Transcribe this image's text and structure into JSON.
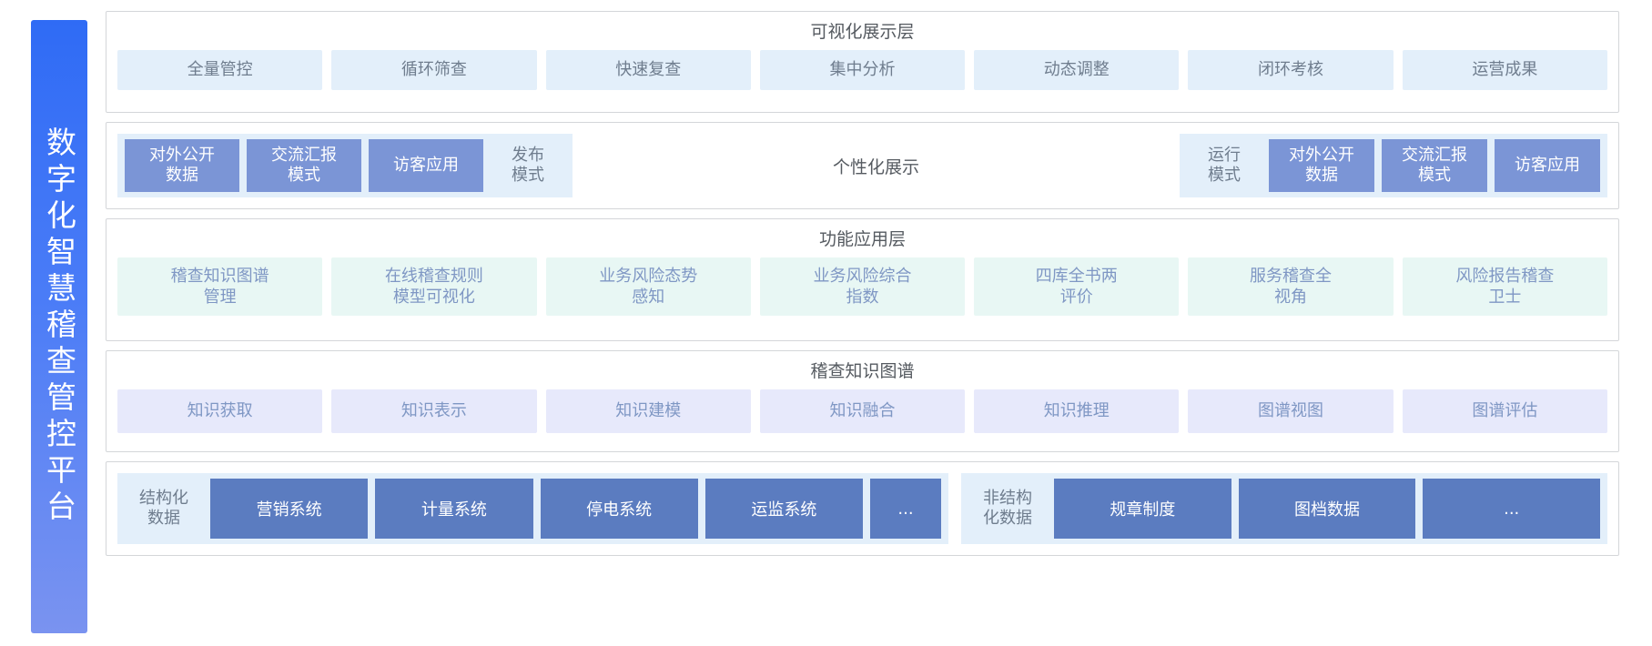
{
  "banner": {
    "title": "数字化智慧稽查管控平台"
  },
  "colors": {
    "banner_start": "#2f6bf5",
    "banner_end": "#7a93f0",
    "pale_blue": "#e3effa",
    "mint": "#e8f7f4",
    "lavender": "#e7e9fb",
    "chip_solid": "#7b95d6",
    "data_box": "#5b7cc0",
    "panel_border": "#d4d6d9",
    "title_text": "#555a60",
    "cell_text_blue": "#7f97c4",
    "cell_text_grey": "#6f7d8e"
  },
  "layers": {
    "visualization": {
      "title": "可视化展示层",
      "items": [
        "全量管控",
        "循环筛查",
        "快速复查",
        "集中分析",
        "动态调整",
        "闭环考核",
        "运营成果"
      ]
    },
    "personalized": {
      "center_title": "个性化展示",
      "left_group": [
        {
          "label": "对外公开\n数据",
          "style": "solid"
        },
        {
          "label": "交流汇报\n模式",
          "style": "solid"
        },
        {
          "label": "访客应用",
          "style": "solid"
        },
        {
          "label": "发布\n模式",
          "style": "ghost"
        }
      ],
      "right_group": [
        {
          "label": "运行\n模式",
          "style": "ghost"
        },
        {
          "label": "对外公开\n数据",
          "style": "solid"
        },
        {
          "label": "交流汇报\n模式",
          "style": "solid"
        },
        {
          "label": "访客应用",
          "style": "solid"
        }
      ]
    },
    "function_application": {
      "title": "功能应用层",
      "items": [
        "稽查知识图谱\n管理",
        "在线稽查规则\n模型可视化",
        "业务风险态势\n感知",
        "业务风险综合\n指数",
        "四库全书两\n评价",
        "服务稽查全\n视角",
        "风险报告稽查\n卫士"
      ]
    },
    "knowledge_graph": {
      "title": "稽查知识图谱",
      "items": [
        "知识获取",
        "知识表示",
        "知识建模",
        "知识融合",
        "知识推理",
        "图谱视图",
        "图谱评估"
      ]
    },
    "data_sources": {
      "structured": {
        "label": "结构化\n数据",
        "items": [
          "营销系统",
          "计量系统",
          "停电系统",
          "运监系统",
          "..."
        ]
      },
      "unstructured": {
        "label": "非结构\n化数据",
        "items": [
          "规章制度",
          "图档数据",
          "..."
        ]
      }
    }
  }
}
